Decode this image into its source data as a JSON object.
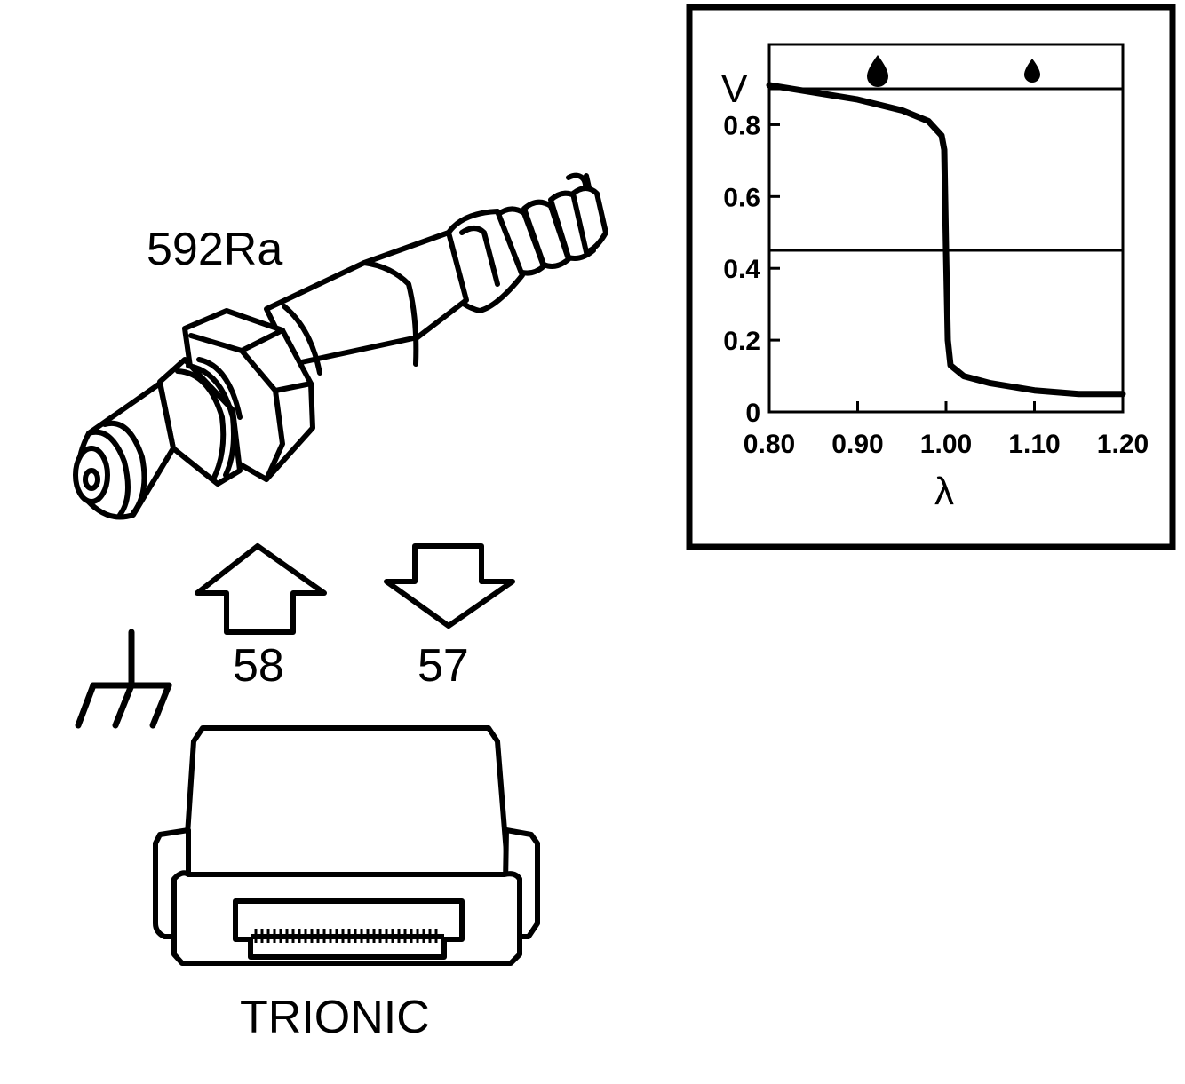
{
  "diagram": {
    "sensor_label": "592Ra",
    "input_pin_label": "58",
    "output_pin_label": "57",
    "ecu_label": "TRIONIC",
    "icons": [
      "oxygen-sensor-icon",
      "ground-symbol-icon",
      "ecu-module-icon",
      "arrow-up-icon",
      "arrow-down-icon",
      "fuel-drop-icon"
    ]
  },
  "chart_data": {
    "type": "line",
    "ylabel": "V",
    "xlabel": "λ",
    "xlim": [
      0.8,
      1.2
    ],
    "ylim": [
      0,
      0.9
    ],
    "x_ticks": [
      "0.80",
      "0.90",
      "1.00",
      "1.10",
      "1.20"
    ],
    "y_ticks": [
      "0",
      "0.2",
      "0.4",
      "0.6",
      "0.8"
    ],
    "reference_line_y": 0.45,
    "header_icons": [
      "fuel-drop-large-icon",
      "fuel-drop-small-icon"
    ],
    "series": [
      {
        "x": [
          0.8,
          0.85,
          0.9,
          0.95,
          0.98,
          0.995,
          0.998,
          1.0,
          1.002,
          1.005,
          1.02,
          1.05,
          1.1,
          1.15,
          1.2
        ],
        "y": [
          0.91,
          0.89,
          0.87,
          0.84,
          0.81,
          0.77,
          0.73,
          0.45,
          0.2,
          0.13,
          0.1,
          0.08,
          0.06,
          0.05,
          0.05
        ]
      }
    ]
  }
}
